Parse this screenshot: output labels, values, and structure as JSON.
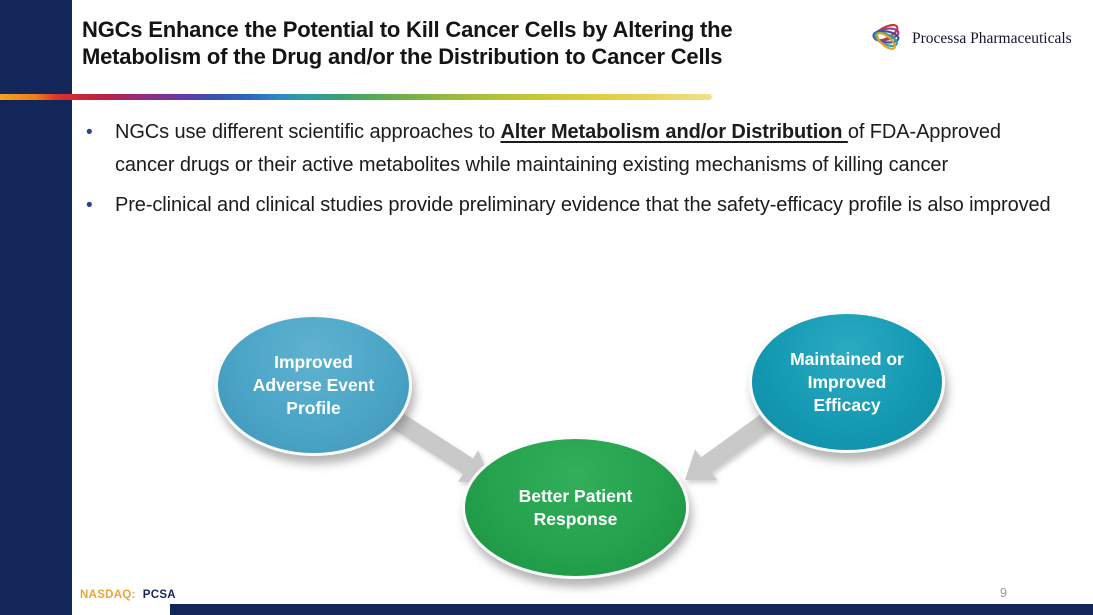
{
  "slide": {
    "title": {
      "line1": "NGCs Enhance the Potential to Kill Cancer Cells by Altering the",
      "line2": "Metabolism of the Drug and/or the Distribution to Cancer Cells"
    },
    "page_number": "9"
  },
  "logo": {
    "company": "Processa Pharmaceuticals",
    "icon": "swirl-rings-icon"
  },
  "bullets": {
    "marker": "•",
    "b1_pre": "NGCs use different scientific approaches to ",
    "b1_emphasis": "Alter Metabolism and/or Distribution ",
    "b1_post": "of FDA-Approved cancer drugs or their active metabolites while maintaining existing mechanisms of killing cancer",
    "b2": "Pre-clinical and clinical studies provide preliminary evidence that the safety-efficacy profile is also improved"
  },
  "diagram": {
    "nodes": {
      "adverse": {
        "lines": [
          "Improved",
          "Adverse Event",
          "Profile"
        ],
        "color": "#4BA5C6"
      },
      "efficacy": {
        "lines": [
          "Maintained or",
          "Improved",
          "Efficacy"
        ],
        "color": "#149AB3"
      },
      "response": {
        "lines": [
          "Better Patient",
          "Response"
        ],
        "color": "#24A24C"
      }
    },
    "arrow_color": "#C9C9C9"
  },
  "footer": {
    "exchange": "NASDAQ:",
    "ticker": "PCSA"
  },
  "colors": {
    "sidebar_navy": "#12265A",
    "title_text": "#141414",
    "bullet_dot": "#2B4590",
    "nasdaq_gold": "#E9A63C",
    "ticker_navy": "#17265C",
    "page_number_gray": "#9A9A9A"
  }
}
